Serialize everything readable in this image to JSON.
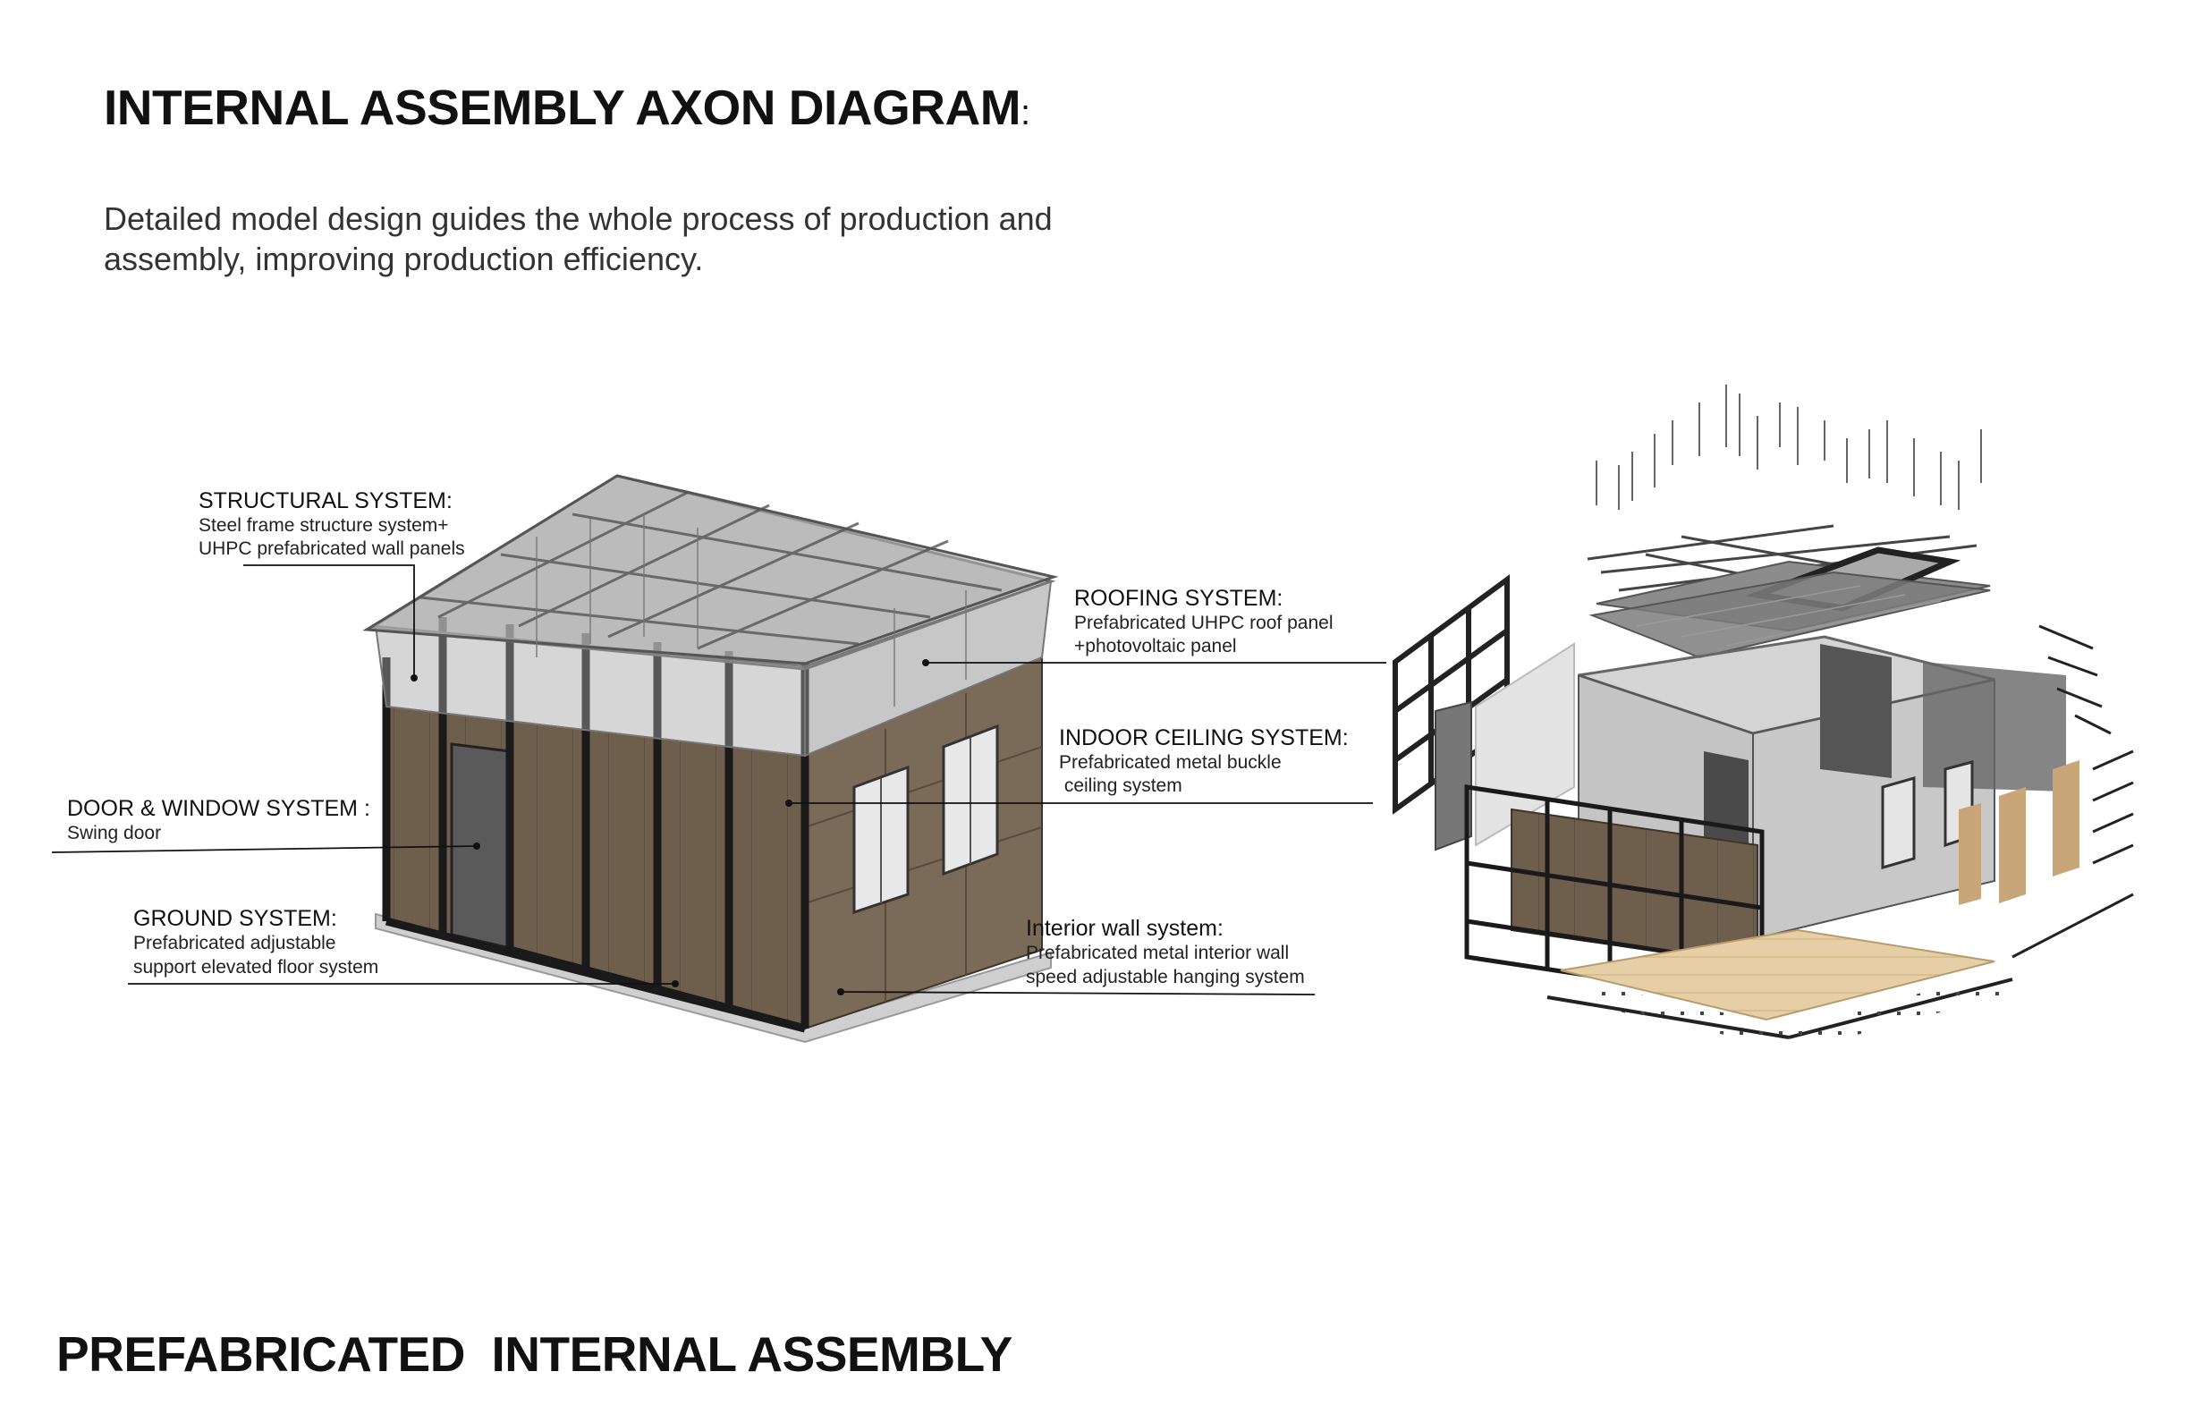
{
  "title": "INTERNAL ASSEMBLY AXON DIAGRAM",
  "title_suffix": ":",
  "subtitle_lines": [
    "Detailed model design guides the whole process of production and",
    "assembly, improving production efficiency."
  ],
  "labels": {
    "structural": {
      "heading": "STRUCTURAL SYSTEM:",
      "lines": [
        "Steel frame structure system+",
        "UHPC prefabricated wall panels"
      ]
    },
    "door_window": {
      "heading": "DOOR & WINDOW SYSTEM :",
      "lines": [
        "Swing door"
      ]
    },
    "ground": {
      "heading": "GROUND SYSTEM:",
      "lines": [
        "Prefabricated adjustable",
        "support elevated floor system"
      ]
    },
    "roofing": {
      "heading": "ROOFING SYSTEM:",
      "lines": [
        "Prefabricated UHPC roof panel",
        "+photovoltaic panel"
      ]
    },
    "ceiling": {
      "heading": "INDOOR CEILING SYSTEM:",
      "lines": [
        "Prefabricated metal buckle",
        " ceiling system"
      ]
    },
    "interior_wall": {
      "heading": "Interior wall system:",
      "lines": [
        "Prefabricated metal interior wall",
        "speed adjustable hanging system"
      ]
    }
  },
  "bottom_title": "PREFABRICATED  INTERNAL ASSEMBLY",
  "colors": {
    "panel_brown": "#6e5e4c",
    "frame": "#1a1a1a",
    "glass_grey": "#8a8a8a",
    "floor_wood": "#e6cfa6"
  }
}
